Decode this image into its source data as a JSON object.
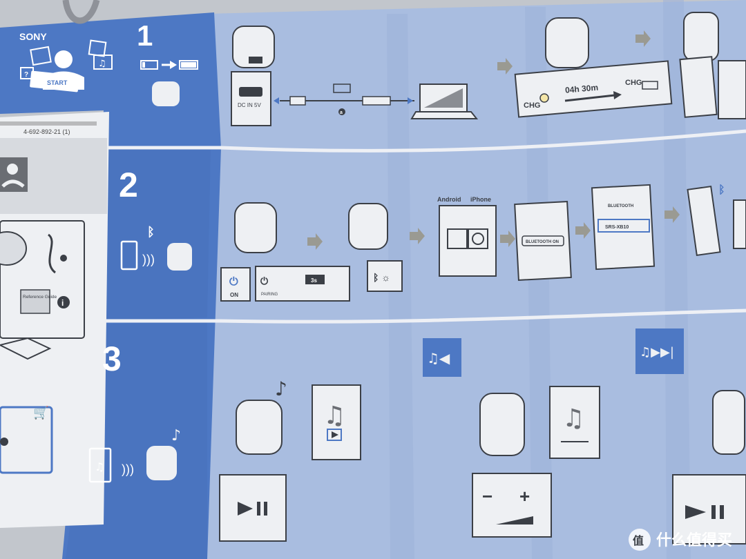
{
  "brand": "SONY",
  "sheet": {
    "start_label": "START",
    "barcode_number": "4-692-892-21 (1)",
    "reference_guide_label": "Reference Guide",
    "info_symbol": "i"
  },
  "steps": [
    {
      "number": "1",
      "port_label": "DC IN 5V",
      "cable_marker": "a",
      "timer_text": "04h 30m",
      "charge_label_left": "CHG",
      "charge_label_right": "CHG"
    },
    {
      "number": "2",
      "power_label": "ON",
      "pairing_label": "PAIRING",
      "hold_time": "3s",
      "os_android": "Android",
      "os_iphone": "iPhone",
      "bluetooth_setting": "BLUETOOTH",
      "bluetooth_toggle": "ON",
      "device_list_header": "BLUETOOTH",
      "device_name": "SRS-XB10"
    },
    {
      "number": "3",
      "volume_minus": "−",
      "volume_plus": "+"
    }
  ],
  "watermark": {
    "logo_glyph": "值",
    "text": "什么值得买"
  },
  "colors": {
    "panel_dark": "#4d78c4",
    "panel_light": "#a9bde0",
    "paper": "#eef0f3",
    "ink": "#3b3f46",
    "arrow": "#9a9a92"
  },
  "icons": [
    "bluetooth-icon",
    "power-icon",
    "music-note-icon",
    "play-pause-icon",
    "skip-next-icon",
    "volume-icon",
    "cart-icon",
    "laptop-icon",
    "phone-icon",
    "battery-icon"
  ]
}
